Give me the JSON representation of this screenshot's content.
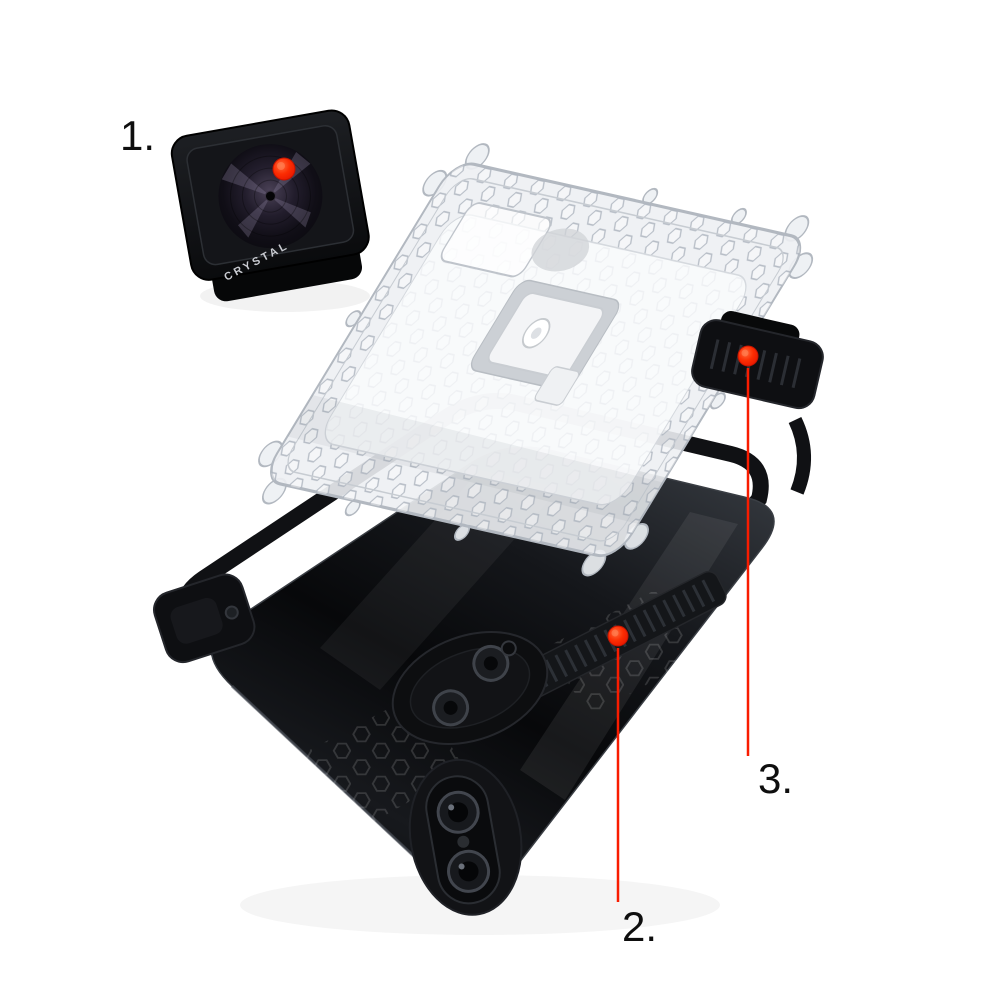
{
  "page": {
    "background_color": "#ffffff"
  },
  "annotations": {
    "accent_color": "#f91c00",
    "parts": [
      {
        "number": "1."
      },
      {
        "number": "2."
      },
      {
        "number": "3."
      }
    ]
  },
  "product": {
    "brand_text": "CRYSTAL",
    "colors": {
      "phone_black": "#0a0b0d",
      "case_tint": "#edf0f3",
      "frame_black": "#101114"
    }
  }
}
